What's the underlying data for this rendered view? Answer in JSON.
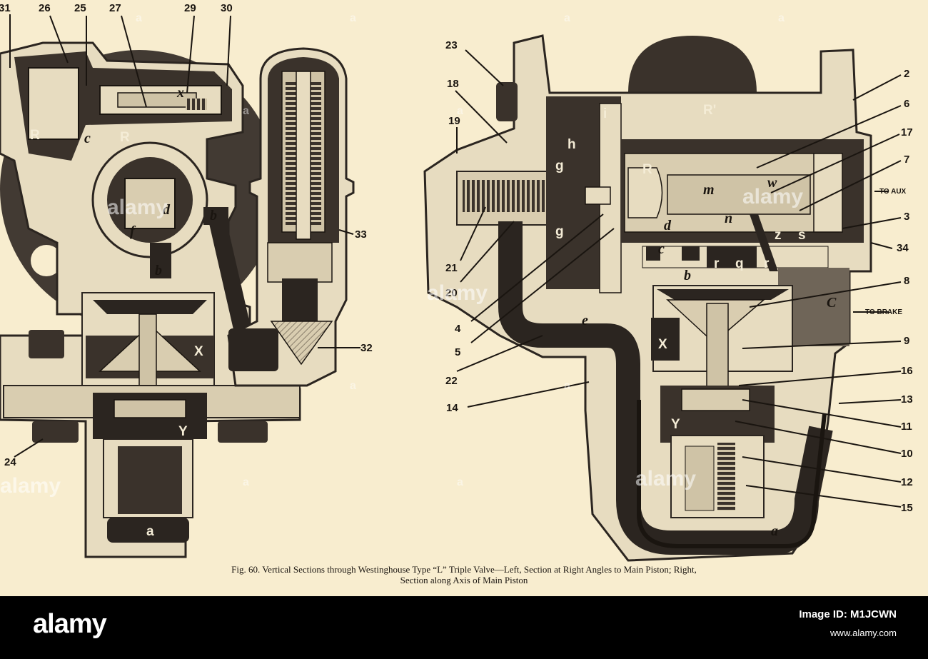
{
  "left_labels": [
    "31",
    "26",
    "25",
    "27",
    "29",
    "30",
    "33",
    "32",
    "24"
  ],
  "right_labels": [
    "23",
    "18",
    "19",
    "21",
    "20",
    "4",
    "5",
    "22",
    "14",
    "2",
    "6",
    "17",
    "7",
    "3",
    "34",
    "8",
    "9",
    "16",
    "13",
    "11",
    "10",
    "12",
    "15"
  ],
  "side_notes": {
    "to_aux": "TO AUX",
    "to_brake": "TO BRAKE"
  },
  "left_letters": [
    "R",
    "c",
    "R",
    "x",
    "d",
    "f",
    "b",
    "b",
    "X",
    "Y",
    "a"
  ],
  "right_letters": [
    "R'",
    "i",
    "h",
    "g",
    "g",
    "R",
    "m",
    "w",
    "d",
    "n",
    "c",
    "b",
    "r",
    "q",
    "r",
    "z",
    "s",
    "C",
    "e",
    "X",
    "Y",
    "a"
  ],
  "caption": {
    "line1": "Fig. 60.   Vertical Sections through Westinghouse Type “L” Triple Valve—Left, Section at Right Angles to Main Piston; Right,",
    "line2": "Section along Axis of Main Piston"
  },
  "watermark": {
    "main": "alamy",
    "small": "a"
  },
  "footer": {
    "logo": "alamy",
    "id_label": "Image ID: M1JCWN",
    "url": "www.alamy.com"
  },
  "colors": {
    "paper": "#f8edcf",
    "metal": "#e7dcc0",
    "dark": "#2b2520",
    "shade": "#6f6558",
    "footer": "#000000"
  }
}
